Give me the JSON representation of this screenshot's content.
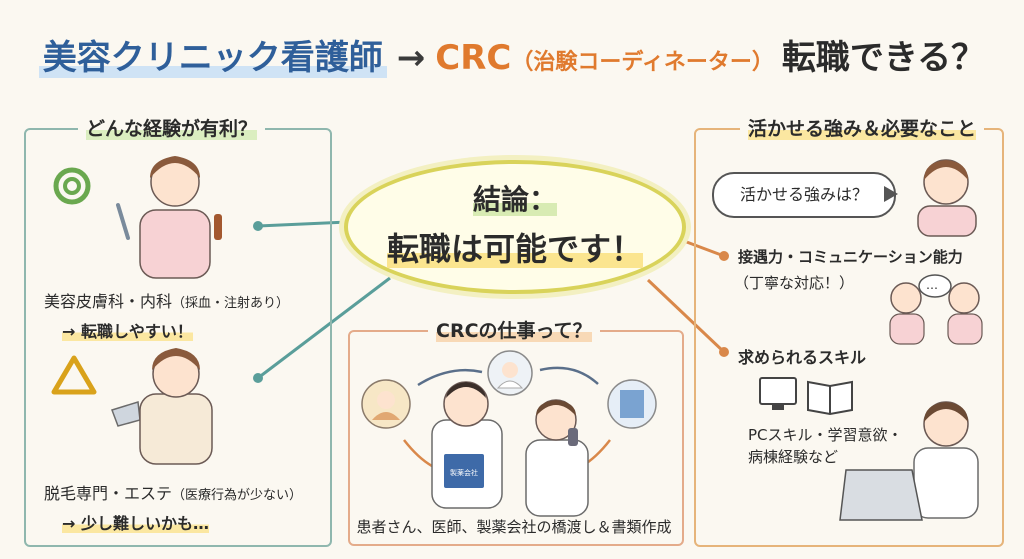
{
  "title": {
    "part1": "美容クリニック看護師",
    "arrow": "→",
    "part2": "CRC",
    "part2_paren": "（治験コーディネーター）",
    "part3": "転職できる？"
  },
  "conclusion": {
    "line1": "結論：",
    "line2": "転職は可能です！"
  },
  "left_panel": {
    "heading": "どんな経験が有利？",
    "good": {
      "symbol": "◎",
      "label": "美容皮膚科・内科",
      "label_paren": "（採血・注射あり）",
      "result": "→ 転職しやすい！"
    },
    "fair": {
      "symbol": "△",
      "label": "脱毛専門・エステ",
      "label_paren": "（医療行為が少ない）",
      "result": "→ 少し難しいかも…"
    }
  },
  "middle_panel": {
    "heading": "CRCの仕事って？",
    "badge_text": "製薬会社",
    "caption": "患者さん、医師、製薬会社の橋渡し＆書類作成"
  },
  "right_panel": {
    "heading": "活かせる強み＆必要なこと",
    "bubble": "活かせる強みは？",
    "strength_title": "接遇力・コミュニケーション能力",
    "strength_note": "（丁寧な対応！）",
    "skills_title": "求められるスキル",
    "skills_line1": "PCスキル・学習意欲・",
    "skills_line2": "病棟経験など",
    "chat_dots": "…"
  },
  "colors": {
    "title_blue": "#2f5f9a",
    "title_orange": "#e07a2e",
    "left_border": "#8fb7ae",
    "right_border": "#e6b47a",
    "mid_border": "#e4ab8a",
    "teal_line": "#5a9e9a",
    "orange_line": "#d9884a"
  }
}
